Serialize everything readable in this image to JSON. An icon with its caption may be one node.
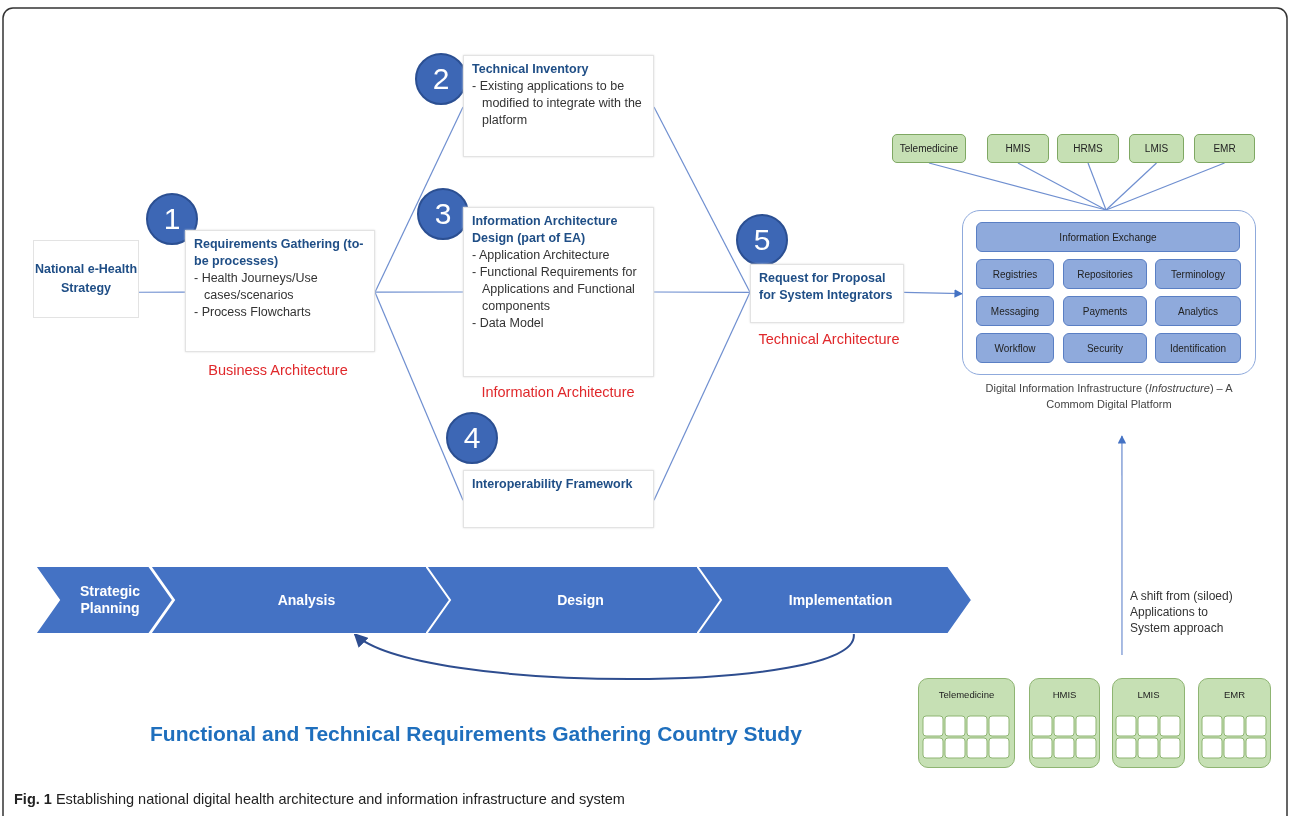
{
  "diagram": {
    "title": "Functional and Technical Requirements Gathering Country Study",
    "caption": "**Fig. 1** Establishing national digital health architecture and information infrastructure and system",
    "nodes": [
      {
        "text": [
          "National e-Health Strategy"
        ]
      },
      {
        "text": [
          "1"
        ]
      },
      {
        "text": [
          "Requirements Gathering (to-be processes)",
          "- Health Journeys/Use cases/scenarios",
          "- Process Flowcharts"
        ],
        "beside": [
          "Business Architecture"
        ]
      },
      {
        "text": [
          "2"
        ]
      },
      {
        "text": [
          "Technical  Inventory",
          "- Existing applications to be modified to integrate with the platform"
        ]
      },
      {
        "text": [
          "3"
        ]
      },
      {
        "text": [
          "Information Architecture Design (part of EA)",
          "- Application Architecture",
          "- Functional Requirements for Applications and Functional components",
          "- Data Model"
        ],
        "beside": [
          "Information Architecture"
        ]
      },
      {
        "text": [
          "4"
        ]
      },
      {
        "text": [
          "Interoperability  Framework"
        ]
      },
      {
        "text": [
          "5"
        ]
      },
      {
        "text": [
          "Request for Proposal for System Integrators"
        ],
        "beside": [
          "Technical Architecture"
        ]
      },
      {
        "text": [
          "Telemedicine"
        ]
      },
      {
        "text": [
          "HMIS"
        ]
      },
      {
        "text": [
          "HRMS"
        ]
      },
      {
        "text": [
          "LMIS"
        ]
      },
      {
        "text": [
          "EMR"
        ]
      },
      {
        "text": [
          "Digital Information Infrastructure (*Infostructure*) – A Commom Digital Platform"
        ]
      },
      {
        "text": [
          "Information Exchange"
        ],
        "in": 16
      },
      {
        "text": [
          "Registries"
        ],
        "in": 16
      },
      {
        "text": [
          "Repositories"
        ],
        "in": 16
      },
      {
        "text": [
          "Terminology"
        ],
        "in": 16
      },
      {
        "text": [
          "Messaging"
        ],
        "in": 16
      },
      {
        "text": [
          "Payments"
        ],
        "in": 16
      },
      {
        "text": [
          "Analytics"
        ],
        "in": 16
      },
      {
        "text": [
          "Workflow"
        ],
        "in": 16
      },
      {
        "text": [
          "Security"
        ],
        "in": 16
      },
      {
        "text": [
          "Identification"
        ],
        "in": 16
      },
      {
        "text": [
          "Strategic Planning"
        ]
      },
      {
        "text": [
          "Analysis"
        ]
      },
      {
        "text": [
          "Design"
        ]
      },
      {
        "text": [
          "Implementation"
        ]
      },
      {
        "text": [
          "Telemedicine"
        ]
      },
      {
        "text": [
          "HMIS"
        ]
      },
      {
        "text": [
          "LMIS"
        ]
      },
      {
        "text": [
          "EMR"
        ]
      }
    ],
    "edges": [
      {
        "from": 0,
        "to": 2,
        "arrow": "none"
      },
      {
        "from": 2,
        "to": 4,
        "arrow": "none"
      },
      {
        "from": 2,
        "to": 6,
        "arrow": "none"
      },
      {
        "from": 2,
        "to": 8,
        "arrow": "none"
      },
      {
        "from": 4,
        "to": 10,
        "arrow": "none"
      },
      {
        "from": 6,
        "to": 10,
        "arrow": "none"
      },
      {
        "from": 8,
        "to": 10,
        "arrow": "none"
      },
      {
        "from": 10,
        "to": 16,
        "arrow": "to"
      },
      {
        "from": 11,
        "to": 16,
        "arrow": "none"
      },
      {
        "from": 12,
        "to": 16,
        "arrow": "none"
      },
      {
        "from": 13,
        "to": 16,
        "arrow": "none"
      },
      {
        "from": 14,
        "to": 16,
        "arrow": "none"
      },
      {
        "from": 15,
        "to": 16,
        "arrow": "none"
      },
      {
        "from": null,
        "to": 16,
        "arrow": "to",
        "label": "A shift from (siloed) Applications to System approach"
      },
      {
        "from": 30,
        "to": 28,
        "arrow": "to",
        "color": "#2e4d8f"
      }
    ]
  }
}
